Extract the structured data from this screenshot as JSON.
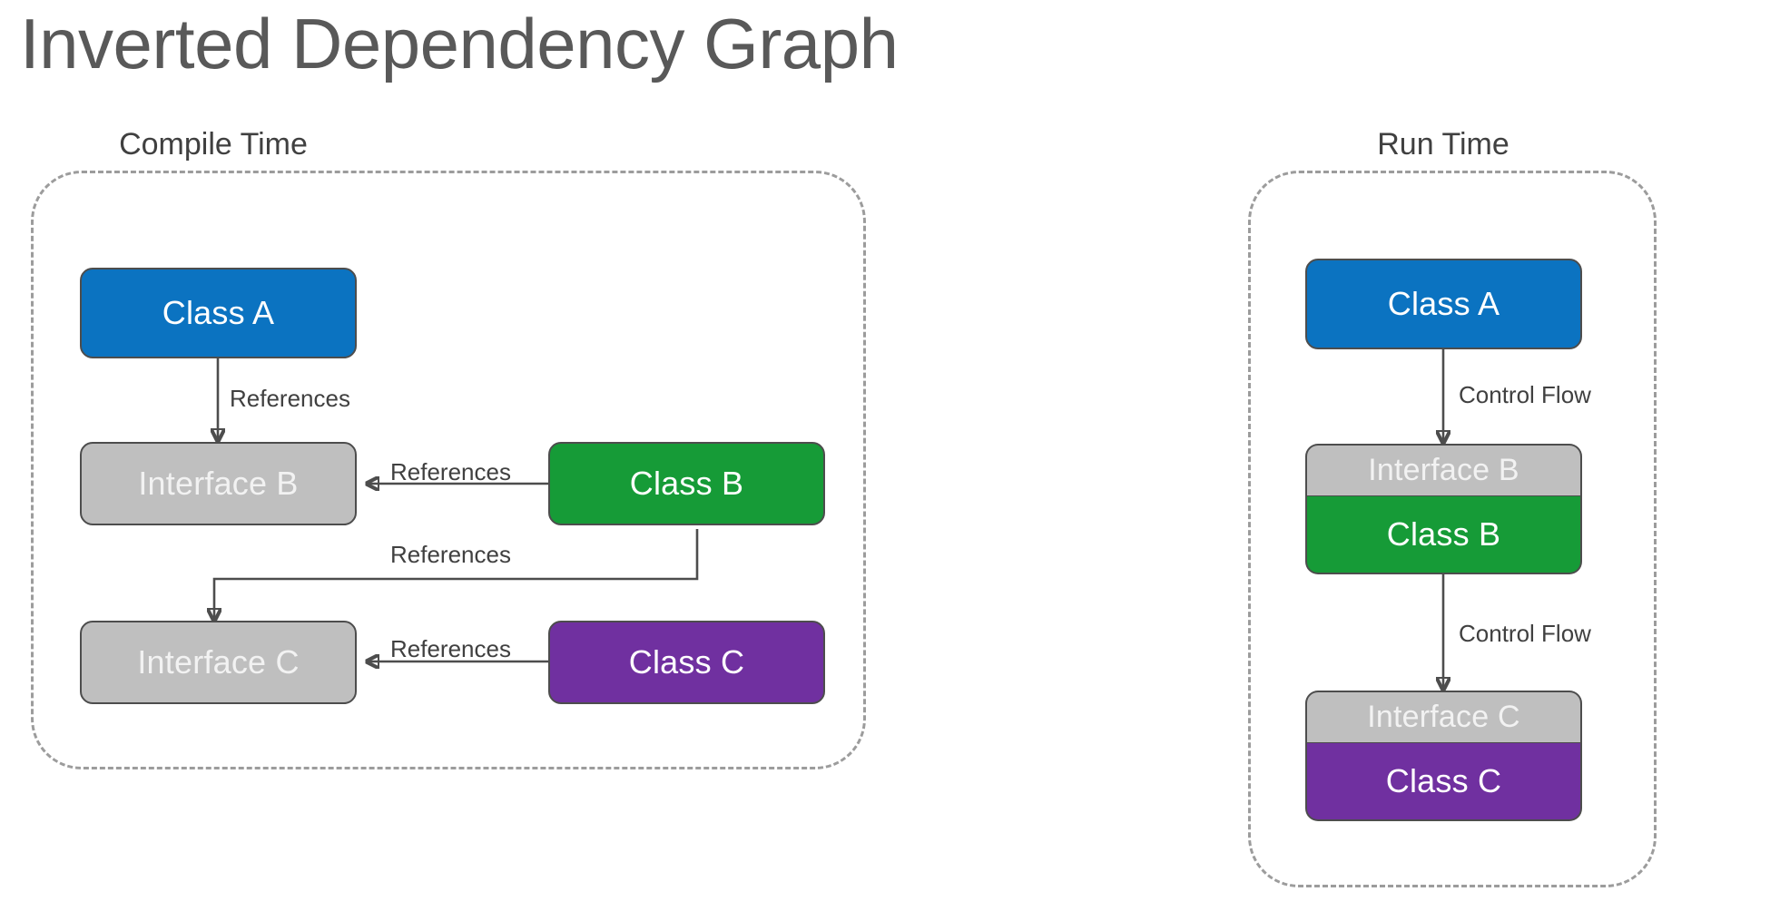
{
  "title": "Inverted Dependency Graph",
  "colors": {
    "class_a": "#0b73c1",
    "class_b": "#169b37",
    "class_c": "#7030a0",
    "interface": "#bfbfbf",
    "border": "#4d4d4d",
    "frame_dashed": "#9c9c9c",
    "title_text": "#595959",
    "label_text": "#404040"
  },
  "panels": {
    "compile": {
      "label": "Compile Time",
      "nodes": {
        "class_a": "Class A",
        "interface_b": "Interface B",
        "class_b": "Class B",
        "interface_c": "Interface C",
        "class_c": "Class C"
      },
      "edges": [
        {
          "id": "a-to-ib",
          "label": "References",
          "from": "Class A",
          "to": "Interface B"
        },
        {
          "id": "cb-to-ib",
          "label": "References",
          "from": "Class B",
          "to": "Interface B"
        },
        {
          "id": "cb-to-ic",
          "label": "References",
          "from": "Class B",
          "to": "Interface C"
        },
        {
          "id": "cc-to-ic",
          "label": "References",
          "from": "Class C",
          "to": "Interface C"
        }
      ]
    },
    "runtime": {
      "label": "Run Time",
      "nodes": {
        "class_a": "Class A",
        "interface_b": "Interface B",
        "class_b": "Class B",
        "interface_c": "Interface C",
        "class_c": "Class C"
      },
      "edges": [
        {
          "id": "a-to-b",
          "label": "Control Flow",
          "from": "Class A",
          "to": "Interface B / Class B"
        },
        {
          "id": "b-to-c",
          "label": "Control Flow",
          "from": "Class B",
          "to": "Interface C / Class C"
        }
      ]
    }
  }
}
